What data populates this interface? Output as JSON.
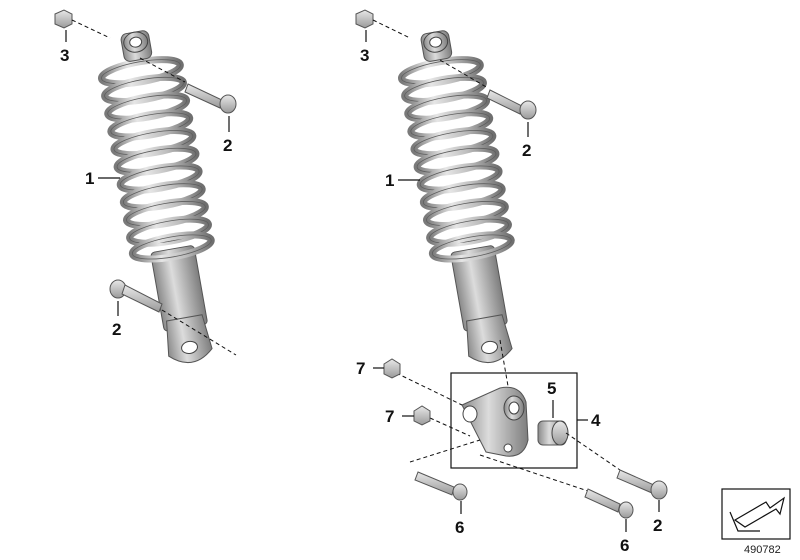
{
  "diagram": {
    "reference_number": "490782",
    "callouts": {
      "left_shock": "1",
      "left_top_bolt": "2",
      "left_bottom_bolt": "2",
      "left_nut": "3",
      "right_shock": "1",
      "right_top_bolt": "2",
      "right_nut": "3",
      "bracket_kit": "4",
      "bushing": "5",
      "bracket_bolt_front": "6",
      "bracket_bolt_rear": "6",
      "nut_upper": "7",
      "nut_lower": "7",
      "right_bottom_bolt": "2"
    },
    "icon": "nav-arrow-icon",
    "colors": {
      "spring": "#c9c9c9",
      "spring_shadow": "#8d8d8d",
      "damper": "#b7b7b7",
      "line": "#111111"
    }
  }
}
